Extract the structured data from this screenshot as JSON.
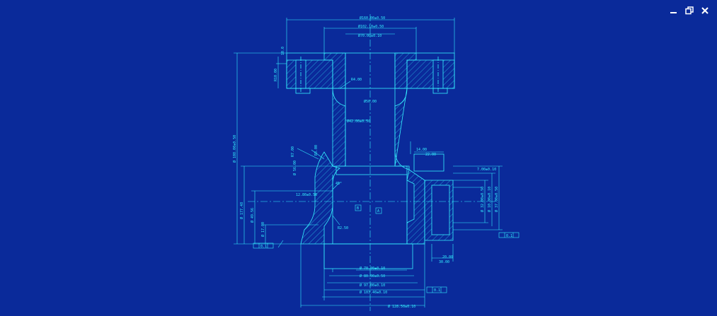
{
  "window": {
    "controls": [
      "minimize",
      "restore",
      "close"
    ],
    "icons": {
      "minimize": "minimize-icon",
      "restore": "restore-icon",
      "close": "close-icon"
    }
  },
  "colors": {
    "background": "#0a2a9a",
    "lines": "#35f0ff",
    "controls": "#ffffff"
  },
  "drawing": {
    "dimensions": {
      "top_outer": "Ø160.00±0.50",
      "top_mid": "Ø102.10±0.50",
      "top_inner": "Ø70.00±0.10",
      "bore": "Ø50.00",
      "flange_thk": "10.0",
      "height_total": "Ø 108.00±0.50",
      "r_top": "R4.00",
      "neck": "Ø42.00±0.50",
      "r_left": "R7.00",
      "r_left2": "R3.00",
      "ang": "45°",
      "depth1": "12.80±0.50",
      "left_h1": "Ø 177.48",
      "left_h2": "Ø 49.56",
      "left_h3": "Ø 17.00",
      "right_w": "14.00",
      "right_block": "22.00",
      "right_dim": "7.00±0.10",
      "right_v1": "Ø 32.00±0.50",
      "right_v2": "Ø 10.00±0.10",
      "right_v3": "Ø 37.00±0.50",
      "bot1": "Ø 70.00±0.10",
      "bot2": "Ø 80.00±0.50",
      "bot3": "Ø 97.00±0.10",
      "bot4": "Ø 103.40±0.10",
      "bot5": "Ø 128.50±0.10",
      "small1": "20.00",
      "small2": "30.00",
      "datum_a": "A",
      "datum_b": "B",
      "gdt1": "0.1",
      "gdt2": "0.1",
      "gdt3": "0.1",
      "flange_r": "R10.00",
      "mid_c": "Ø 56.00",
      "dim_r2": "R2.50"
    }
  }
}
